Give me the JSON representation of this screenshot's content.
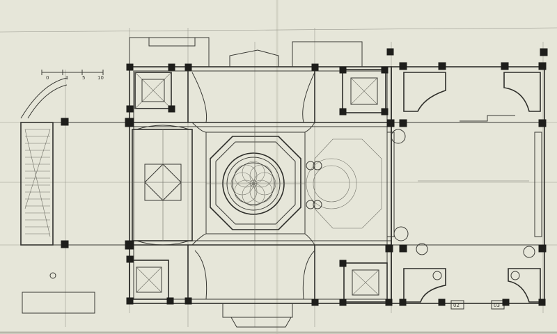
{
  "drawing": {
    "scale_bar": {
      "ticks": [
        "0",
        "1",
        "5",
        "10"
      ]
    },
    "stamps": [
      "02",
      "03"
    ],
    "colors": {
      "paper": "#e6e6d9",
      "ink": "#2e2e2a",
      "column": "#1e1e1b"
    }
  }
}
